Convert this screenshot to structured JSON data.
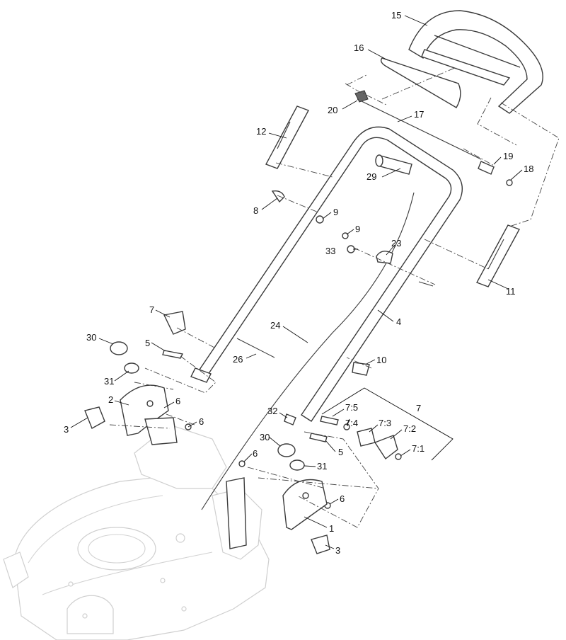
{
  "diagram": {
    "callouts": [
      {
        "id": "c15",
        "label": "15"
      },
      {
        "id": "c16",
        "label": "16"
      },
      {
        "id": "c20",
        "label": "20"
      },
      {
        "id": "c17",
        "label": "17"
      },
      {
        "id": "c12",
        "label": "12"
      },
      {
        "id": "c19",
        "label": "19"
      },
      {
        "id": "c18",
        "label": "18"
      },
      {
        "id": "c29",
        "label": "29"
      },
      {
        "id": "c8",
        "label": "8"
      },
      {
        "id": "c9a",
        "label": "9"
      },
      {
        "id": "c9b",
        "label": "9"
      },
      {
        "id": "c33",
        "label": "33"
      },
      {
        "id": "c23",
        "label": "23"
      },
      {
        "id": "c11",
        "label": "11"
      },
      {
        "id": "c7a",
        "label": "7"
      },
      {
        "id": "c24",
        "label": "24"
      },
      {
        "id": "c4",
        "label": "4"
      },
      {
        "id": "c30a",
        "label": "30"
      },
      {
        "id": "c5a",
        "label": "5"
      },
      {
        "id": "c26",
        "label": "26"
      },
      {
        "id": "c10",
        "label": "10"
      },
      {
        "id": "c31a",
        "label": "31"
      },
      {
        "id": "c2",
        "label": "2"
      },
      {
        "id": "c6a",
        "label": "6"
      },
      {
        "id": "c3a",
        "label": "3"
      },
      {
        "id": "c6b",
        "label": "6"
      },
      {
        "id": "c32",
        "label": "32"
      },
      {
        "id": "c75",
        "label": "7:5"
      },
      {
        "id": "c7b",
        "label": "7"
      },
      {
        "id": "c74",
        "label": "7:4"
      },
      {
        "id": "c73",
        "label": "7:3"
      },
      {
        "id": "c72",
        "label": "7:2"
      },
      {
        "id": "c5b",
        "label": "5"
      },
      {
        "id": "c71",
        "label": "7:1"
      },
      {
        "id": "c30b",
        "label": "30"
      },
      {
        "id": "c6c",
        "label": "6"
      },
      {
        "id": "c31b",
        "label": "31"
      },
      {
        "id": "c6d",
        "label": "6"
      },
      {
        "id": "c1",
        "label": "1"
      },
      {
        "id": "c3b",
        "label": "3"
      }
    ]
  }
}
